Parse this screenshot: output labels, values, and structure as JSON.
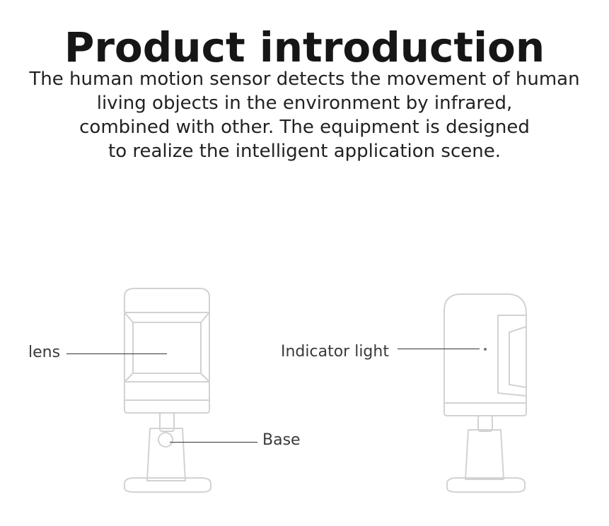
{
  "page": {
    "title": "Product introduction",
    "description_lines": [
      "The human motion sensor detects the movement of human",
      "living objects in the environment by infrared,",
      "combined with other. The equipment is designed",
      "to realize the intelligent application scene."
    ]
  },
  "callouts": {
    "lens": "lens",
    "base": "Base",
    "indicator": "Indicator light"
  },
  "colors": {
    "text": "#1a1a1a",
    "outline": "#d4d4d4",
    "leader": "#333333"
  }
}
